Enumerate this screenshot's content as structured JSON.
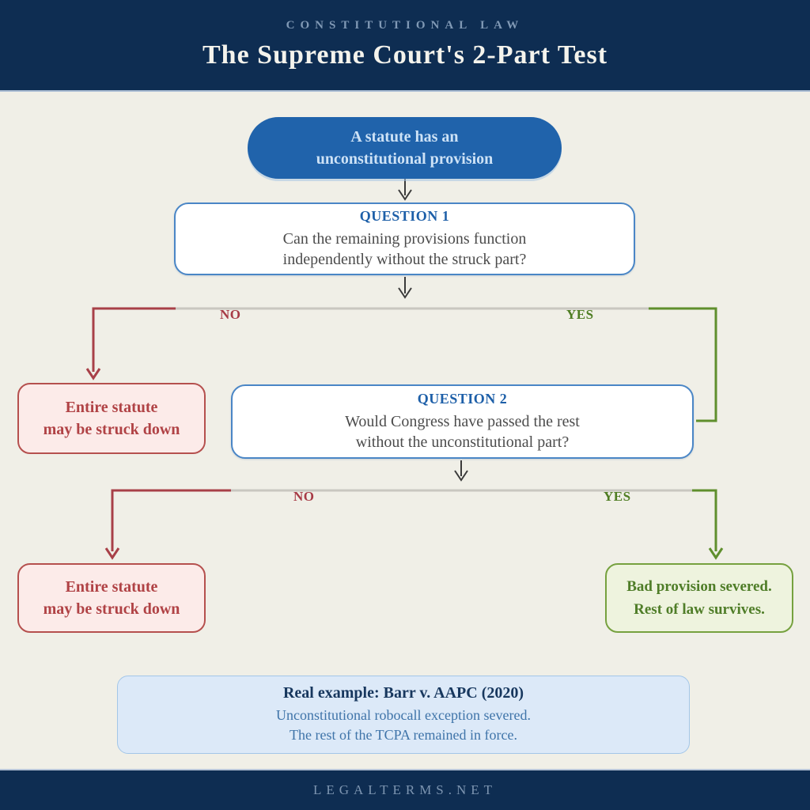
{
  "header": {
    "kicker": "CONSTITUTIONAL LAW",
    "title": "The Supreme Court's 2-Part Test"
  },
  "flow": {
    "start": {
      "line1": "A statute has an",
      "line2": "unconstitutional provision"
    },
    "q1": {
      "heading": "QUESTION 1",
      "line1": "Can the remaining provisions function",
      "line2": "independently without the struck part?"
    },
    "q2": {
      "heading": "QUESTION 2",
      "line1": "Would Congress have passed the rest",
      "line2": "without the unconstitutional part?"
    },
    "branch1": {
      "no": "NO",
      "yes": "YES"
    },
    "branch2": {
      "no": "NO",
      "yes": "YES"
    },
    "outcome_struck_1": {
      "line1": "Entire statute",
      "line2": "may be struck down"
    },
    "outcome_struck_2": {
      "line1": "Entire statute",
      "line2": "may be struck down"
    },
    "outcome_severed": {
      "line1": "Bad provision severed.",
      "line2": "Rest of law survives."
    }
  },
  "example": {
    "title": "Real example: Barr v. AAPC (2020)",
    "line1": "Unconstitutional robocall exception severed.",
    "line2": "The rest of the TCPA remained in force."
  },
  "footer": {
    "site": "LEGALTERMS.NET"
  },
  "colors": {
    "band_navy": "#0e2d52",
    "background_cream": "#f0efe7",
    "start_pill_blue": "#2063ab",
    "question_border_blue": "#4a86c6",
    "question_heading_blue": "#1d5fa8",
    "no_red": "#a73b46",
    "red_box_border": "#b5504e",
    "red_box_fill": "#fcebe9",
    "yes_green": "#4e7d22",
    "green_box_border": "#76a13f",
    "green_box_fill": "#eef3de",
    "example_fill": "#dce9f8",
    "connector_gray": "#c9c7c0",
    "arrow_dark": "#3b3b3b"
  }
}
